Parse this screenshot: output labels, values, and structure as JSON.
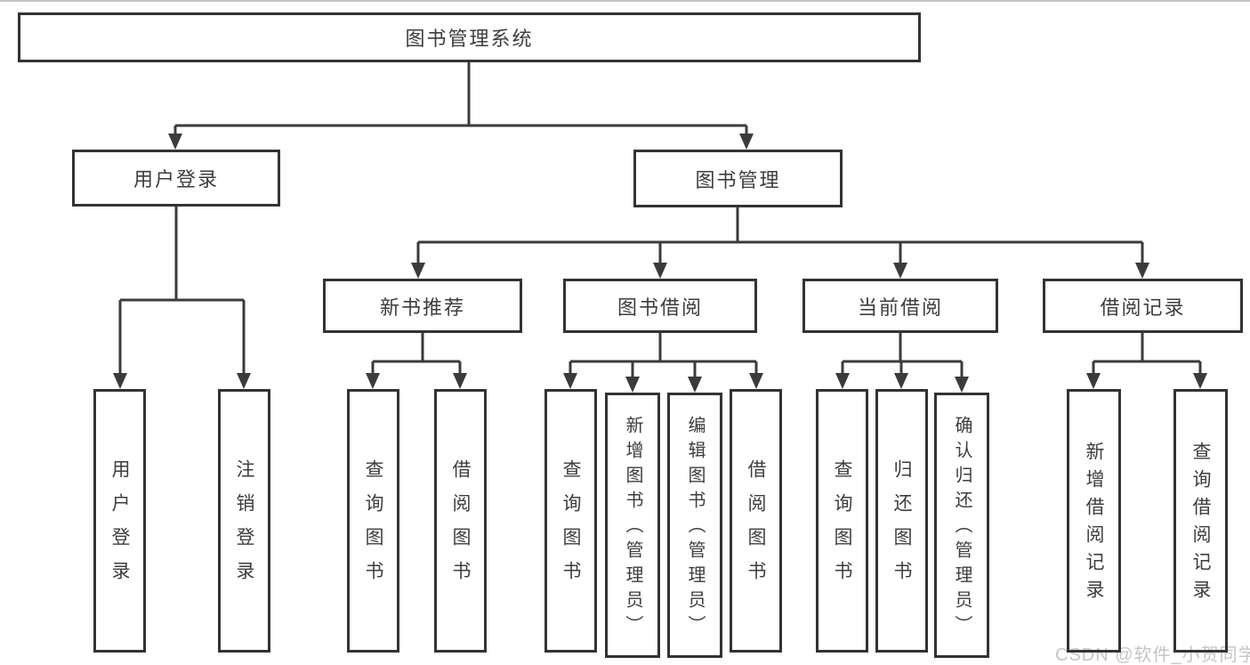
{
  "watermark": {
    "text": "CSDN @软件_小贺同学"
  },
  "colors": {
    "line": "#3b3b3b",
    "box_border": "#333333",
    "text": "#3d3d3d",
    "watermark": "#c9c3c3"
  },
  "tree": {
    "root": {
      "label": "图书管理系统"
    },
    "level2": [
      {
        "label": "用户登录"
      },
      {
        "label": "图书管理"
      }
    ],
    "login_children": [
      "用户登录",
      "注销登录"
    ],
    "manage_children": [
      {
        "label": "新书推荐",
        "children": [
          "查询图书",
          "借阅图书"
        ]
      },
      {
        "label": "图书借阅",
        "children": [
          "查询图书",
          "新增图书（管理员）",
          "编辑图书（管理员）",
          "借阅图书"
        ]
      },
      {
        "label": "当前借阅",
        "children": [
          "查询图书",
          "归还图书",
          "确认归还（管理员）"
        ]
      },
      {
        "label": "借阅记录",
        "children": [
          "新增借阅记录",
          "查询借阅记录"
        ]
      }
    ]
  }
}
